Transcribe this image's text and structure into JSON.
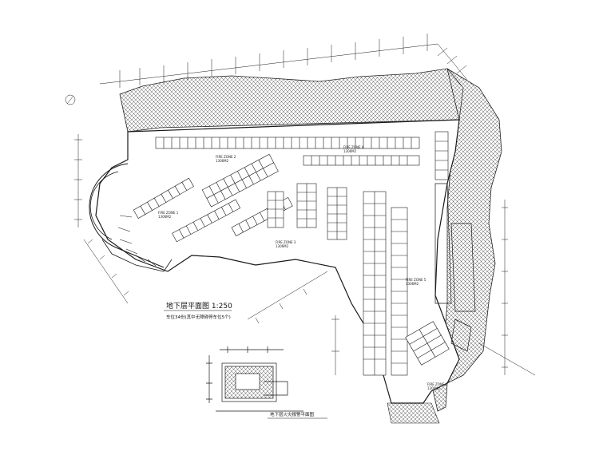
{
  "plan": {
    "title": "地下层平面图 1:250",
    "subtitle": "车位34份(其中无障碍停车位5个)",
    "inset_title": "地下层火灾报警平面图"
  },
  "fire_zones": [
    {
      "label": "FIRE ZONE 1",
      "area": "1306M2"
    },
    {
      "label": "FIRE ZONE 2",
      "area": "1306M2"
    },
    {
      "label": "FIRE ZONE 3",
      "area": "1306M2"
    },
    {
      "label": "FIRE ZONE 4",
      "area": "1306M2"
    },
    {
      "label": "FIRE ZONE 5",
      "area": "1306M2"
    },
    {
      "label": "FIRE ZONE 6",
      "area": "1306M2"
    }
  ],
  "colors": {
    "line": "#1a1a1a",
    "hatch": "#555555",
    "fill": "#ffffff"
  },
  "icons": {
    "north": "north-arrow-icon"
  }
}
